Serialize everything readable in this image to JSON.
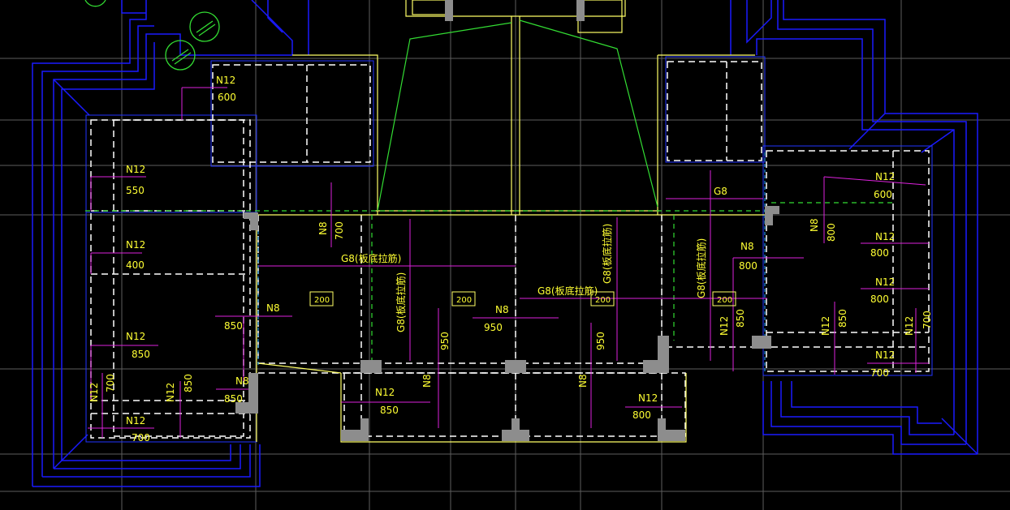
{
  "drawing": {
    "colors": {
      "background": "#000000",
      "grid": "#6a6a6a",
      "wall_outline": "#1a1aff",
      "wall_dash": "#ffffff",
      "slab_edge": "#ffff66",
      "stair": "#33dd33",
      "rebar_dim": "#dd22dd",
      "text": "#ffff33",
      "column": "#999999",
      "cyan": "#22aaff"
    },
    "labels": {
      "n12": "N12",
      "n8": "N8",
      "g8": "G8",
      "g8_note": "G8(板底拉筋)",
      "v600": "600",
      "v550": "550",
      "v400": "400",
      "v850": "850",
      "v700": "700",
      "v950": "950",
      "v800": "800",
      "tag200": "200"
    },
    "symbols": [
      "north-arrow-icon",
      "section-marker-icon"
    ]
  }
}
